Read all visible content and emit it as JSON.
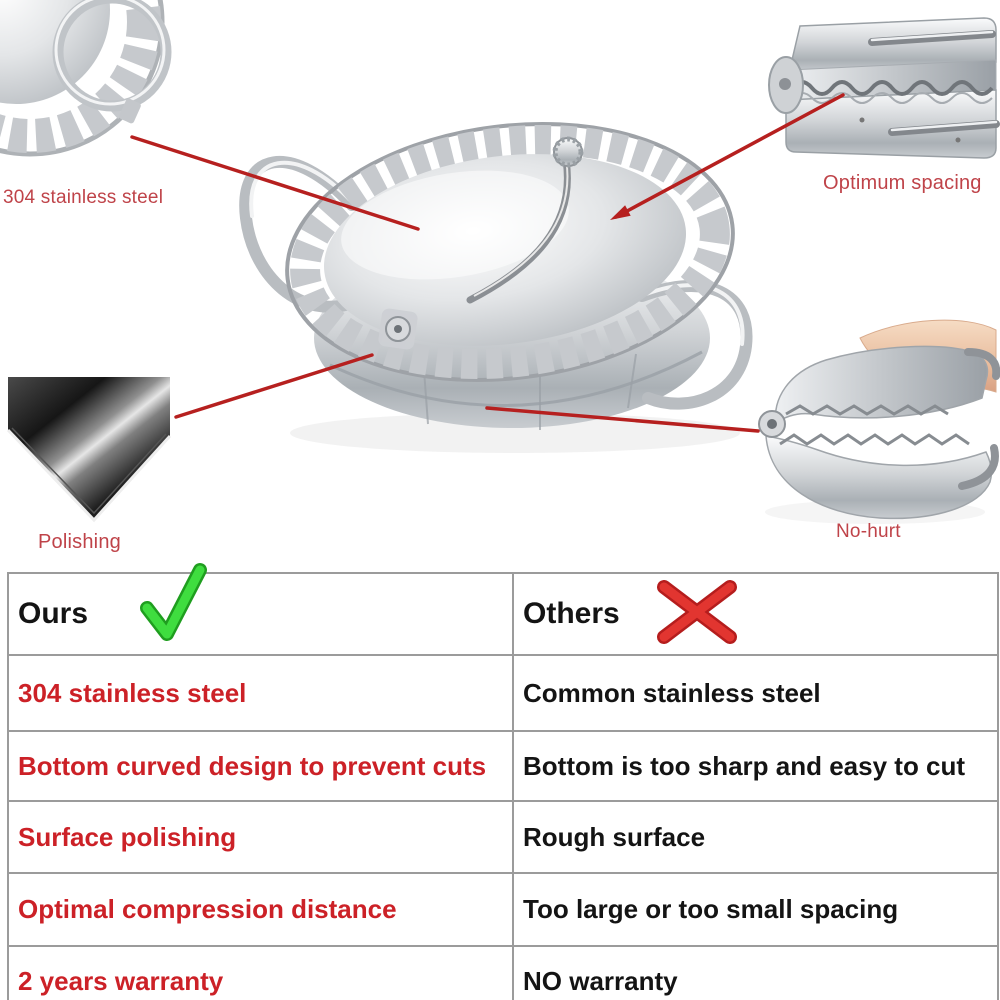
{
  "product_callouts": {
    "stainless": {
      "label": "304 stainless steel"
    },
    "spacing": {
      "label": "Optimum spacing"
    },
    "polishing": {
      "label": "Polishing"
    },
    "nohurt": {
      "label": "No-hurt"
    }
  },
  "comparison_table": {
    "ours_header": "Ours",
    "others_header": "Others",
    "ours_mark_icon": "check-icon",
    "others_mark_icon": "cross-icon",
    "rows": [
      {
        "ours": "304 stainless steel",
        "others": "Common stainless steel"
      },
      {
        "ours": "Bottom curved design to prevent cuts",
        "others": "Bottom is too sharp and easy to cut"
      },
      {
        "ours": "Surface polishing",
        "others": "Rough surface"
      },
      {
        "ours": "Optimal compression distance",
        "others": "Too large or too small spacing"
      },
      {
        "ours": "2 years warranty",
        "others": "NO warranty"
      }
    ]
  },
  "colors": {
    "background": "#ffffff",
    "table_red_text": "#cc2127",
    "table_black_text": "#141414",
    "callout_label_red": "#bf4349",
    "connector_line_red": "#b6201f",
    "check_green": "#3fdd3f",
    "check_green_dark": "#1f9e1f",
    "cross_red": "#e23530",
    "cross_red_dark": "#b51d1d",
    "table_border_gray": "#9b9b9b"
  }
}
